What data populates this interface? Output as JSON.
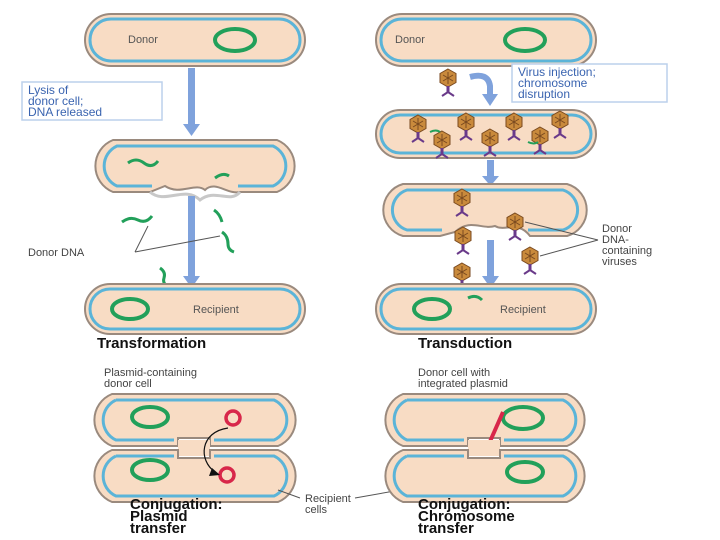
{
  "transformation": {
    "donor_label": "Donor",
    "step_box": [
      "Lysis of",
      "donor cell;",
      "DNA released"
    ],
    "donor_dna_label": "Donor DNA",
    "recipient_label": "Recipient",
    "title": "Transformation"
  },
  "transduction": {
    "donor_label": "Donor",
    "step_box": [
      "Virus injection;",
      "chromosome",
      "disruption"
    ],
    "virus_label": [
      "Donor",
      "DNA-",
      "containing",
      "viruses"
    ],
    "recipient_label": "Recipient",
    "title": "Transduction"
  },
  "conjugation_plasmid": {
    "caption": [
      "Plasmid-containing",
      "donor cell"
    ],
    "title": [
      "Conjugation:",
      "Plasmid",
      "transfer"
    ]
  },
  "conjugation_chromosome": {
    "caption": [
      "Donor cell with",
      "integrated plasmid"
    ],
    "title": [
      "Conjugation:",
      "Chromosome",
      "transfer"
    ]
  },
  "recipient_cells_label": [
    "Recipient",
    "cells"
  ],
  "colors": {
    "cell_fill": "#f8dcc4",
    "membrane": "#5bb4d8",
    "wall": "#9a8a7e",
    "dna": "#22a05a",
    "plasmid_red": "#d8274a",
    "arrow": "#7fa2dc",
    "label_box": "#3a64b0"
  }
}
